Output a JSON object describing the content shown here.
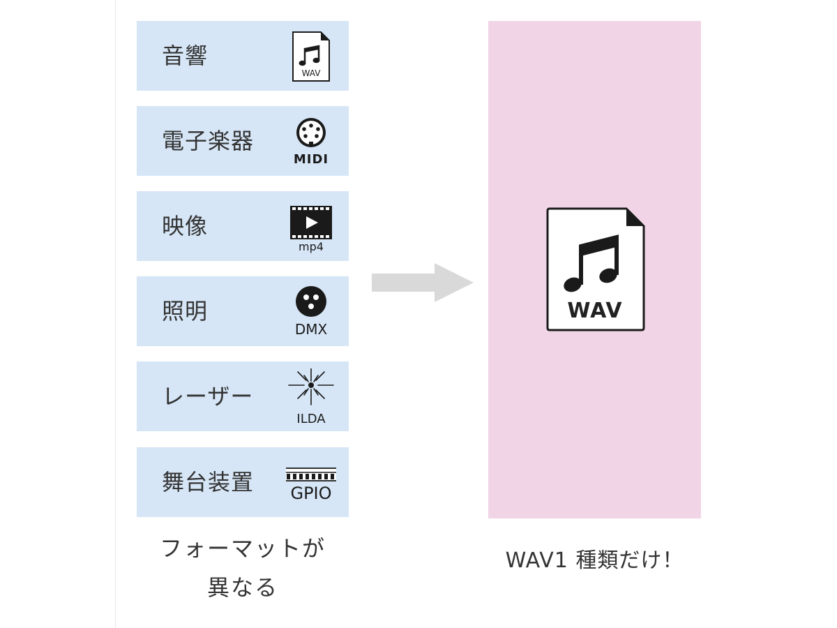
{
  "sources": [
    {
      "label": "音響",
      "icon": "wav-file-icon",
      "format": "WAV"
    },
    {
      "label": "電子楽器",
      "icon": "midi-connector-icon",
      "format": "MIDI"
    },
    {
      "label": "映像",
      "icon": "video-film-icon",
      "format": "mp4"
    },
    {
      "label": "照明",
      "icon": "dmx-connector-icon",
      "format": "DMX"
    },
    {
      "label": "レーザー",
      "icon": "laser-burst-icon",
      "format": "ILDA"
    },
    {
      "label": "舞台装置",
      "icon": "gpio-terminal-icon",
      "format": "GPIO"
    }
  ],
  "left_caption": {
    "line1": "フォーマットが",
    "line2": "異なる"
  },
  "target": {
    "icon": "wav-file-icon",
    "format": "WAV"
  },
  "right_caption": "WAV1 種類だけ！",
  "colors": {
    "source_card_bg": "#d6e6f6",
    "target_panel_bg": "#f1d5e6",
    "arrow": "#d9d9d9",
    "text": "#333333"
  }
}
